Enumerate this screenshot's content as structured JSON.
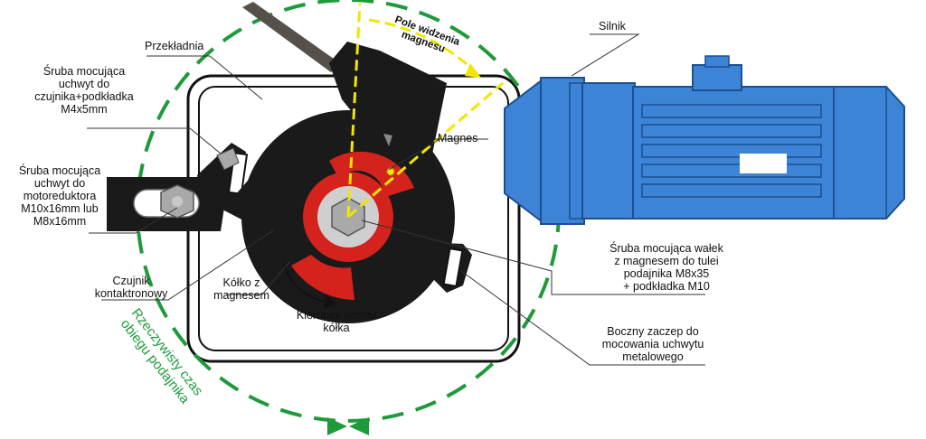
{
  "labels": {
    "gearbox": "Przekładnia",
    "screw_sensor": [
      "Śruba mocująca",
      "uchwyt do",
      "czujnika+podkładka",
      "M4x5mm"
    ],
    "screw_motor": [
      "Śruba mocująca",
      "uchwyt do",
      "motoreduktora",
      "M10x16mm lub",
      "M8x16mm"
    ],
    "sensor": [
      "Czujnik",
      "kontaktronowy"
    ],
    "wheel": [
      "Kółko z",
      "magnesem"
    ],
    "rotation": [
      "Kierunek obrotu",
      "kółka"
    ],
    "real_time": [
      "Rzeczywisty czas",
      "obiegu podajnika"
    ],
    "field": [
      "Pole widzenia",
      "magnesu"
    ],
    "magnet": "Magnes",
    "motor": "Silnik",
    "screw_shaft": [
      "Śruba mocująca wałek",
      "z magnesem do tulei",
      "podajnika M8x35",
      "+ podkładka M10"
    ],
    "side_hook": [
      "Boczny zaczep do",
      "mocowania uchwytu",
      "metalowego"
    ]
  },
  "colors": {
    "bracket": "#1a1a1a",
    "motor": "#3d84d6",
    "motor_dark": "#1d4f91",
    "magnet_red": "#d4231c",
    "green_dash": "#1e9a3a",
    "yellow_dash": "#f2e600",
    "bolt": "#a9a9a9"
  },
  "icons": [
    "hex-bolt-icon",
    "rotation-arrow-icon",
    "direction-arrows-icon"
  ]
}
